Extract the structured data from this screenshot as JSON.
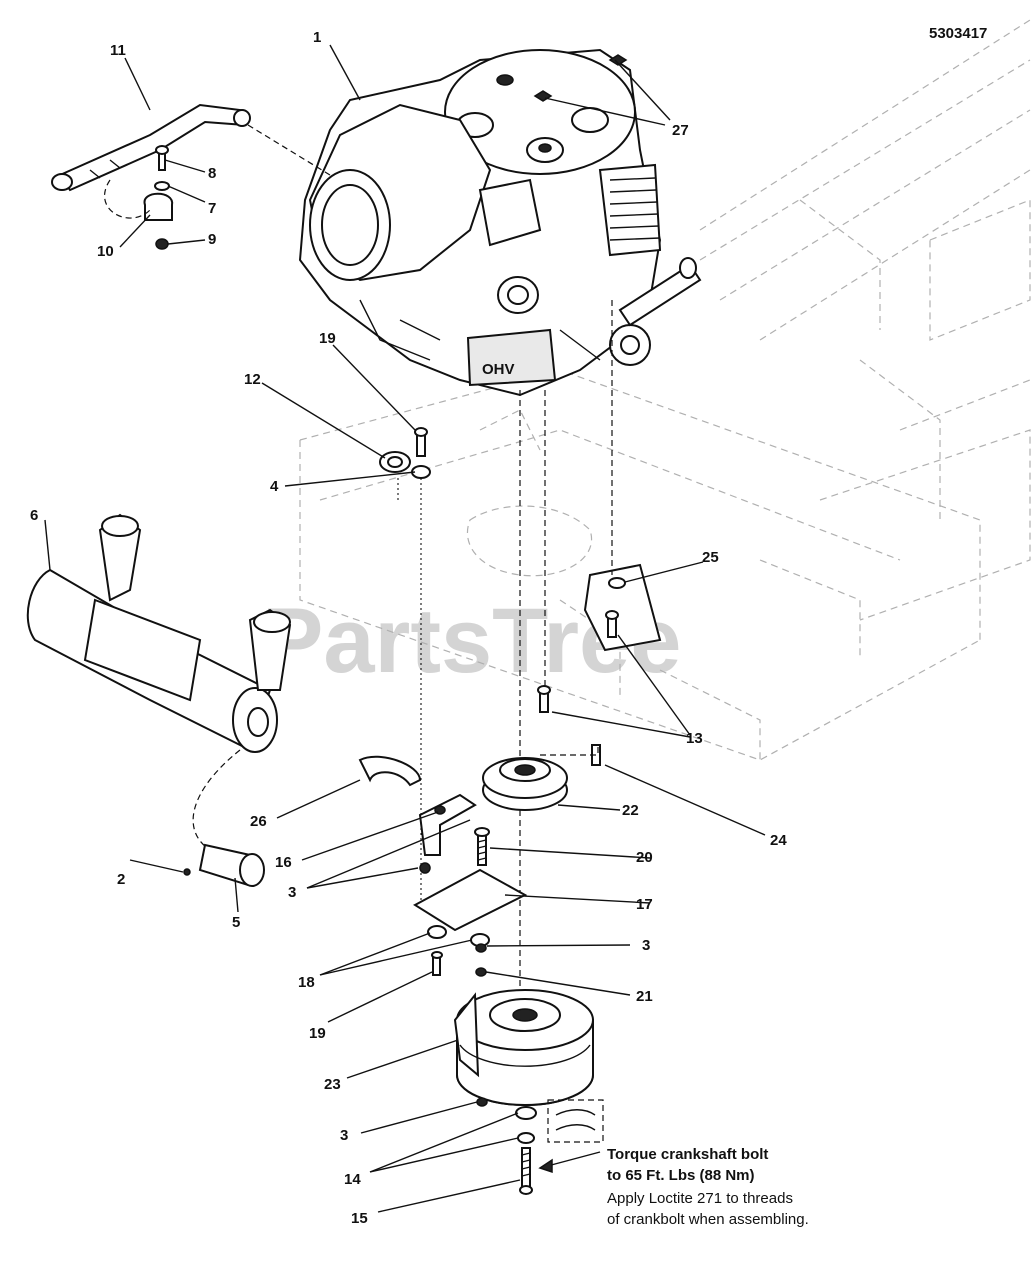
{
  "diagram_id": "5303417",
  "watermark": "PartsTree",
  "callouts": [
    {
      "id": "c1",
      "text": "1"
    },
    {
      "id": "c2",
      "text": "2"
    },
    {
      "id": "c3a",
      "text": "3"
    },
    {
      "id": "c3b",
      "text": "3"
    },
    {
      "id": "c3c",
      "text": "3"
    },
    {
      "id": "c4",
      "text": "4"
    },
    {
      "id": "c5",
      "text": "5"
    },
    {
      "id": "c6",
      "text": "6"
    },
    {
      "id": "c7",
      "text": "7"
    },
    {
      "id": "c8",
      "text": "8"
    },
    {
      "id": "c9",
      "text": "9"
    },
    {
      "id": "c10",
      "text": "10"
    },
    {
      "id": "c11",
      "text": "11"
    },
    {
      "id": "c12",
      "text": "12"
    },
    {
      "id": "c13",
      "text": "13"
    },
    {
      "id": "c14",
      "text": "14"
    },
    {
      "id": "c15",
      "text": "15"
    },
    {
      "id": "c16",
      "text": "16"
    },
    {
      "id": "c17",
      "text": "17"
    },
    {
      "id": "c18",
      "text": "18"
    },
    {
      "id": "c19a",
      "text": "19"
    },
    {
      "id": "c19b",
      "text": "19"
    },
    {
      "id": "c20",
      "text": "20"
    },
    {
      "id": "c21",
      "text": "21"
    },
    {
      "id": "c22",
      "text": "22"
    },
    {
      "id": "c23",
      "text": "23"
    },
    {
      "id": "c24",
      "text": "24"
    },
    {
      "id": "c25",
      "text": "25"
    },
    {
      "id": "c26",
      "text": "26"
    },
    {
      "id": "c27",
      "text": "27"
    }
  ],
  "engine_badge": "OHV",
  "note": {
    "line1": "Torque crankshaft bolt",
    "line2": "to 65 Ft. Lbs (88 Nm)",
    "line3": "Apply Loctite 271 to threads",
    "line4": "of crankbolt when assembling."
  }
}
